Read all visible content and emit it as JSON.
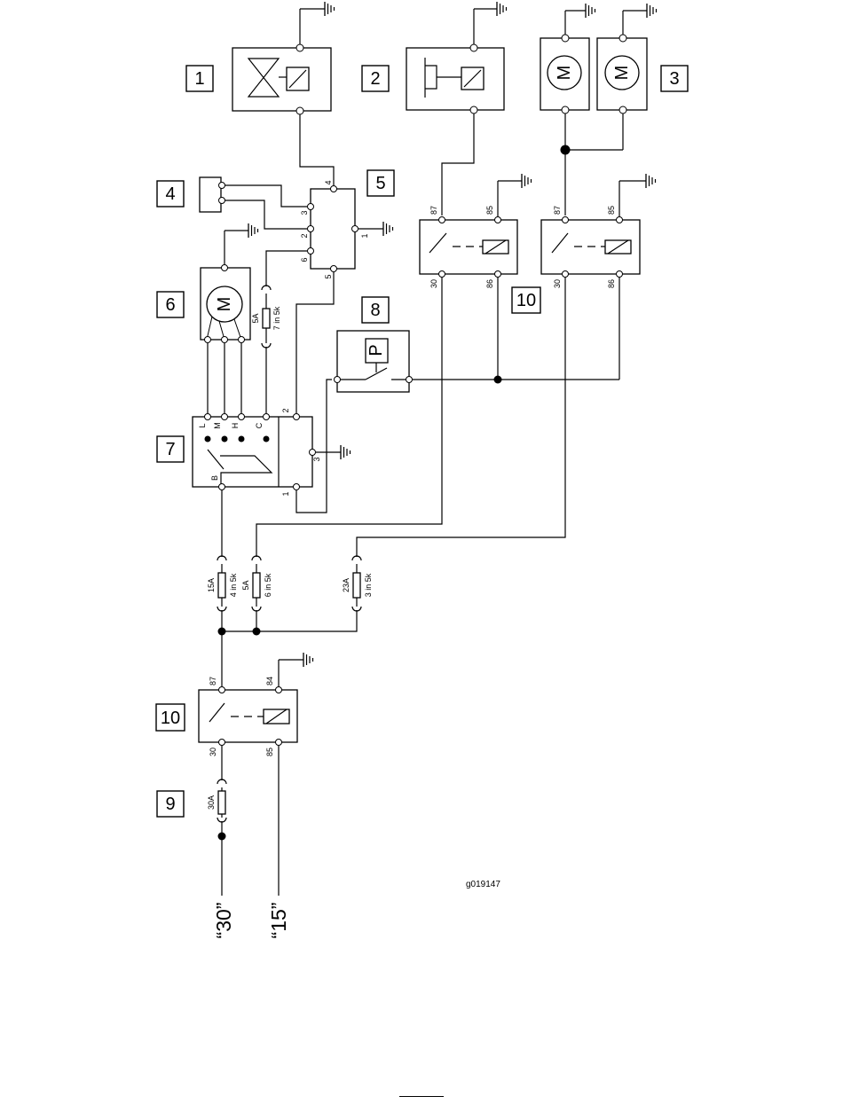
{
  "callouts": {
    "c1": "1",
    "c2": "2",
    "c3": "3",
    "c4": "4",
    "c5": "5",
    "c6": "6",
    "c7": "7",
    "c8": "8",
    "c9": "9",
    "c10_upper": "10",
    "c10_lower": "10"
  },
  "motor_letter": "M",
  "pressure_switch_letter": "P",
  "switch_positions": {
    "L": "L",
    "M": "M",
    "H": "H",
    "C": "C",
    "B": "B"
  },
  "module5_pins": {
    "p4": "4",
    "p3": "3",
    "p2": "2",
    "p6": "6",
    "p5": "5",
    "p1": "1"
  },
  "switch7_pins": {
    "p2": "2",
    "p3": "3",
    "p1": "1"
  },
  "relay_upper_left": {
    "t87": "87",
    "t85": "85",
    "t30": "30",
    "t86": "86"
  },
  "relay_upper_right": {
    "t87": "87",
    "t85": "85",
    "t30": "30",
    "t86": "86"
  },
  "relay_lower": {
    "t87": "87",
    "t84": "84",
    "t30": "30",
    "t85": "85"
  },
  "fuses": {
    "f_7": {
      "rating": "5A",
      "slot": "7 in 5k"
    },
    "f_4": {
      "rating": "15A",
      "slot": "4 in 5k"
    },
    "f_6": {
      "rating": "5A",
      "slot": "6 in 5k"
    },
    "f_3": {
      "rating": "23A",
      "slot": "3 in 5k"
    },
    "f_main": {
      "rating": "30A"
    }
  },
  "supply": {
    "s30": "“30”",
    "s15": "“15”"
  },
  "figure_id": "g019147"
}
